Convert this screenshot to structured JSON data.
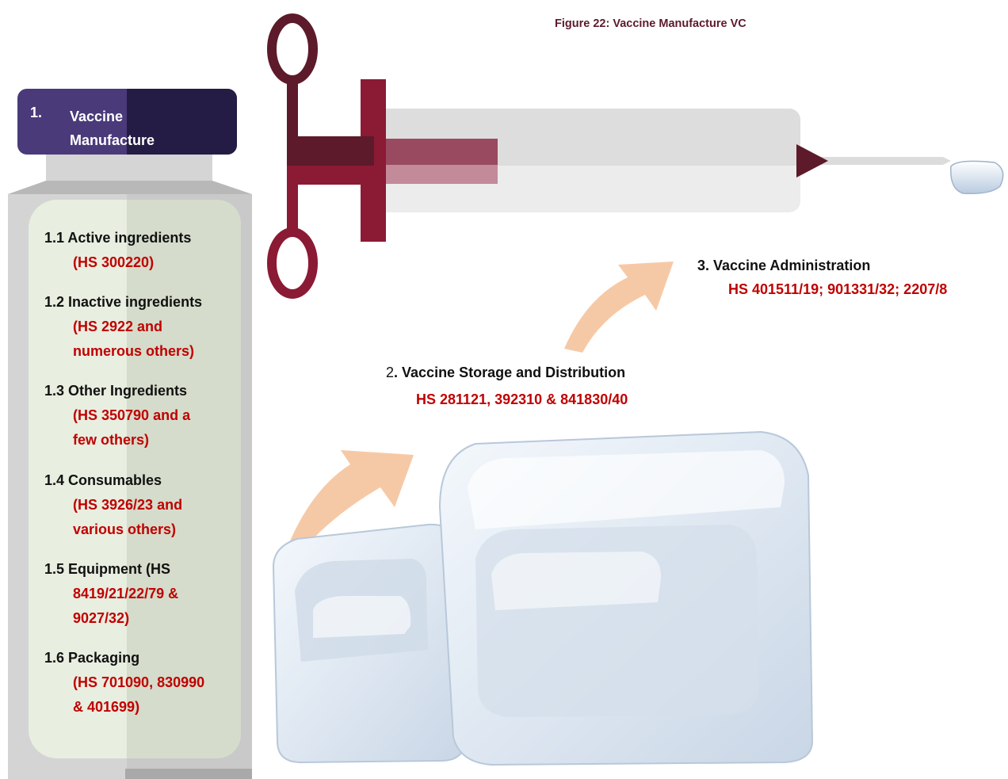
{
  "figure_title": "Figure 22: Vaccine Manufacture VC",
  "manufacture": {
    "number": "1.",
    "title_line1": "Vaccine",
    "title_line2": "Manufacture",
    "items": [
      {
        "head": "1.1 Active ingredients",
        "sub": [
          "(HS 300220)"
        ]
      },
      {
        "head": "1.2 Inactive ingredients",
        "sub": [
          "(HS 2922 and",
          "numerous others)"
        ]
      },
      {
        "head": "1.3 Other Ingredients",
        "sub": [
          "(HS 350790 and a",
          "few others)"
        ]
      },
      {
        "head": "1.4 Consumables",
        "sub": [
          "(HS 3926/23 and",
          "various others)"
        ]
      },
      {
        "head": "1.5 Equipment (HS",
        "sub": [
          "8419/21/22/79 &",
          "9027/32)"
        ]
      },
      {
        "head": "1.6 Packaging",
        "sub": [
          "(HS 701090, 830990",
          "& 401699)"
        ]
      }
    ]
  },
  "storage": {
    "number": "2",
    "title": ". Vaccine Storage and Distribution",
    "hs": "HS 281121, 392310 & 841830/40"
  },
  "administration": {
    "title": "3. Vaccine Administration",
    "hs": "HS 401511/19; 901331/32; 2207/8"
  },
  "colors": {
    "maroon": "#5c1a2a",
    "crimson": "#8b1a34",
    "purple": "#4a3a7a",
    "hs_red": "#c00000",
    "arrow_peach": "#f6c9a6",
    "panel_green": "#e3ead8"
  }
}
